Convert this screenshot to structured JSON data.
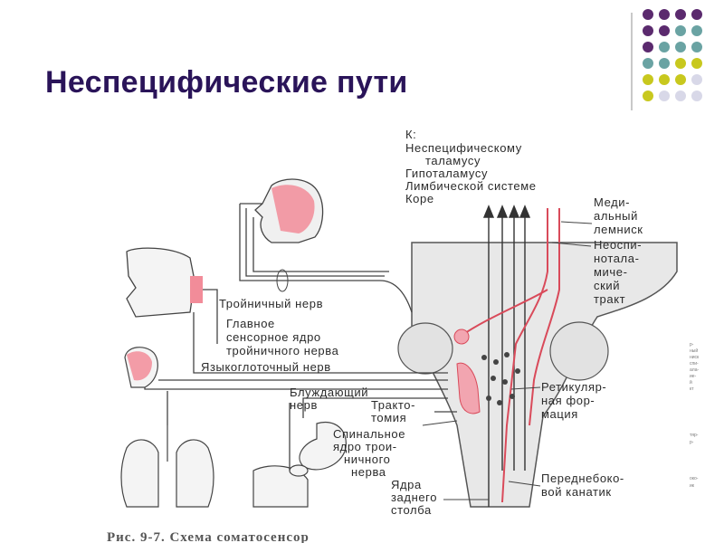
{
  "slide": {
    "title": "Неспецифические пути"
  },
  "decor": {
    "dot_colors": [
      "#5b2a6e",
      "#6aa3a3",
      "#c8c81e",
      "#d8d8e8"
    ]
  },
  "diagram": {
    "labels": {
      "k": "К:",
      "nonspecific_1": "Неспецифическому",
      "nonspecific_2": "таламусу",
      "hypothalamus": "Гипоталамусу",
      "limbic": "Лимбической системе",
      "cortex": "Коре",
      "medial_1": "Меди-",
      "medial_2": "альный",
      "medial_3": "лемниск",
      "neo_1": "Неоспи-",
      "neo_2": "нотала-",
      "neo_3": "миче-",
      "neo_4": "ский",
      "neo_5": "тракт",
      "trigeminal": "Тройничный нерв",
      "main_1": "Главное",
      "main_2": "сенсорное ядро",
      "main_3": "тройничного нерва",
      "glosso": "Языкоглоточный нерв",
      "vagus_1": "Блуждающий",
      "vagus_2": "нерв",
      "tract_1": "Тракто-",
      "tract_2": "томия",
      "reticular_1": "Ретикуляр-",
      "reticular_2": "ная фор-",
      "reticular_3": "мация",
      "spinal_1": "Спинальное",
      "spinal_2": "ядро трои-",
      "spinal_3": "ничного",
      "spinal_4": "нерва",
      "dorsal_1": "Ядра",
      "dorsal_2": "заднего",
      "dorsal_3": "столба",
      "antero_1": "Переднебоко-",
      "antero_2": "вой канатик",
      "caption": "Рис.   9-7.   Схема    соматосенсор"
    },
    "side_fragments": [
      "р-",
      "ный",
      "ниск",
      "спи-",
      "ала-",
      "ие-",
      "й",
      "кт",
      "тяр-",
      "р-",
      "око-",
      "ик"
    ]
  }
}
